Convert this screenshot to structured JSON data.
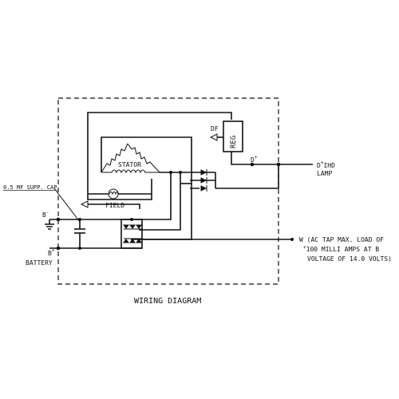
{
  "title": "WIRING DIAGRAM",
  "labels": {
    "stator": "STATOR",
    "field": "FIELD",
    "reg": "REG",
    "df": "DF",
    "d_plus": "D",
    "d_plus_sup": "+",
    "lamp_line1": "D",
    "lamp_line1_sup": "+",
    "lamp_line1_rest": "IHD",
    "lamp_line2": "LAMP",
    "supp_cap": "0.5 MF SUPP. CAP",
    "b_minus": "B",
    "b_minus_sup": "-",
    "b_plus": "B",
    "b_plus_sup": "+",
    "battery": "BATTERY",
    "w_line1": "W (AC TAP MAX. LOAD OF",
    "w_line2": "100 MILLI AMPS AT B",
    "w_line2_sup": "+",
    "w_line3": "VOLTAGE OF 14.0 VOLTS)"
  }
}
